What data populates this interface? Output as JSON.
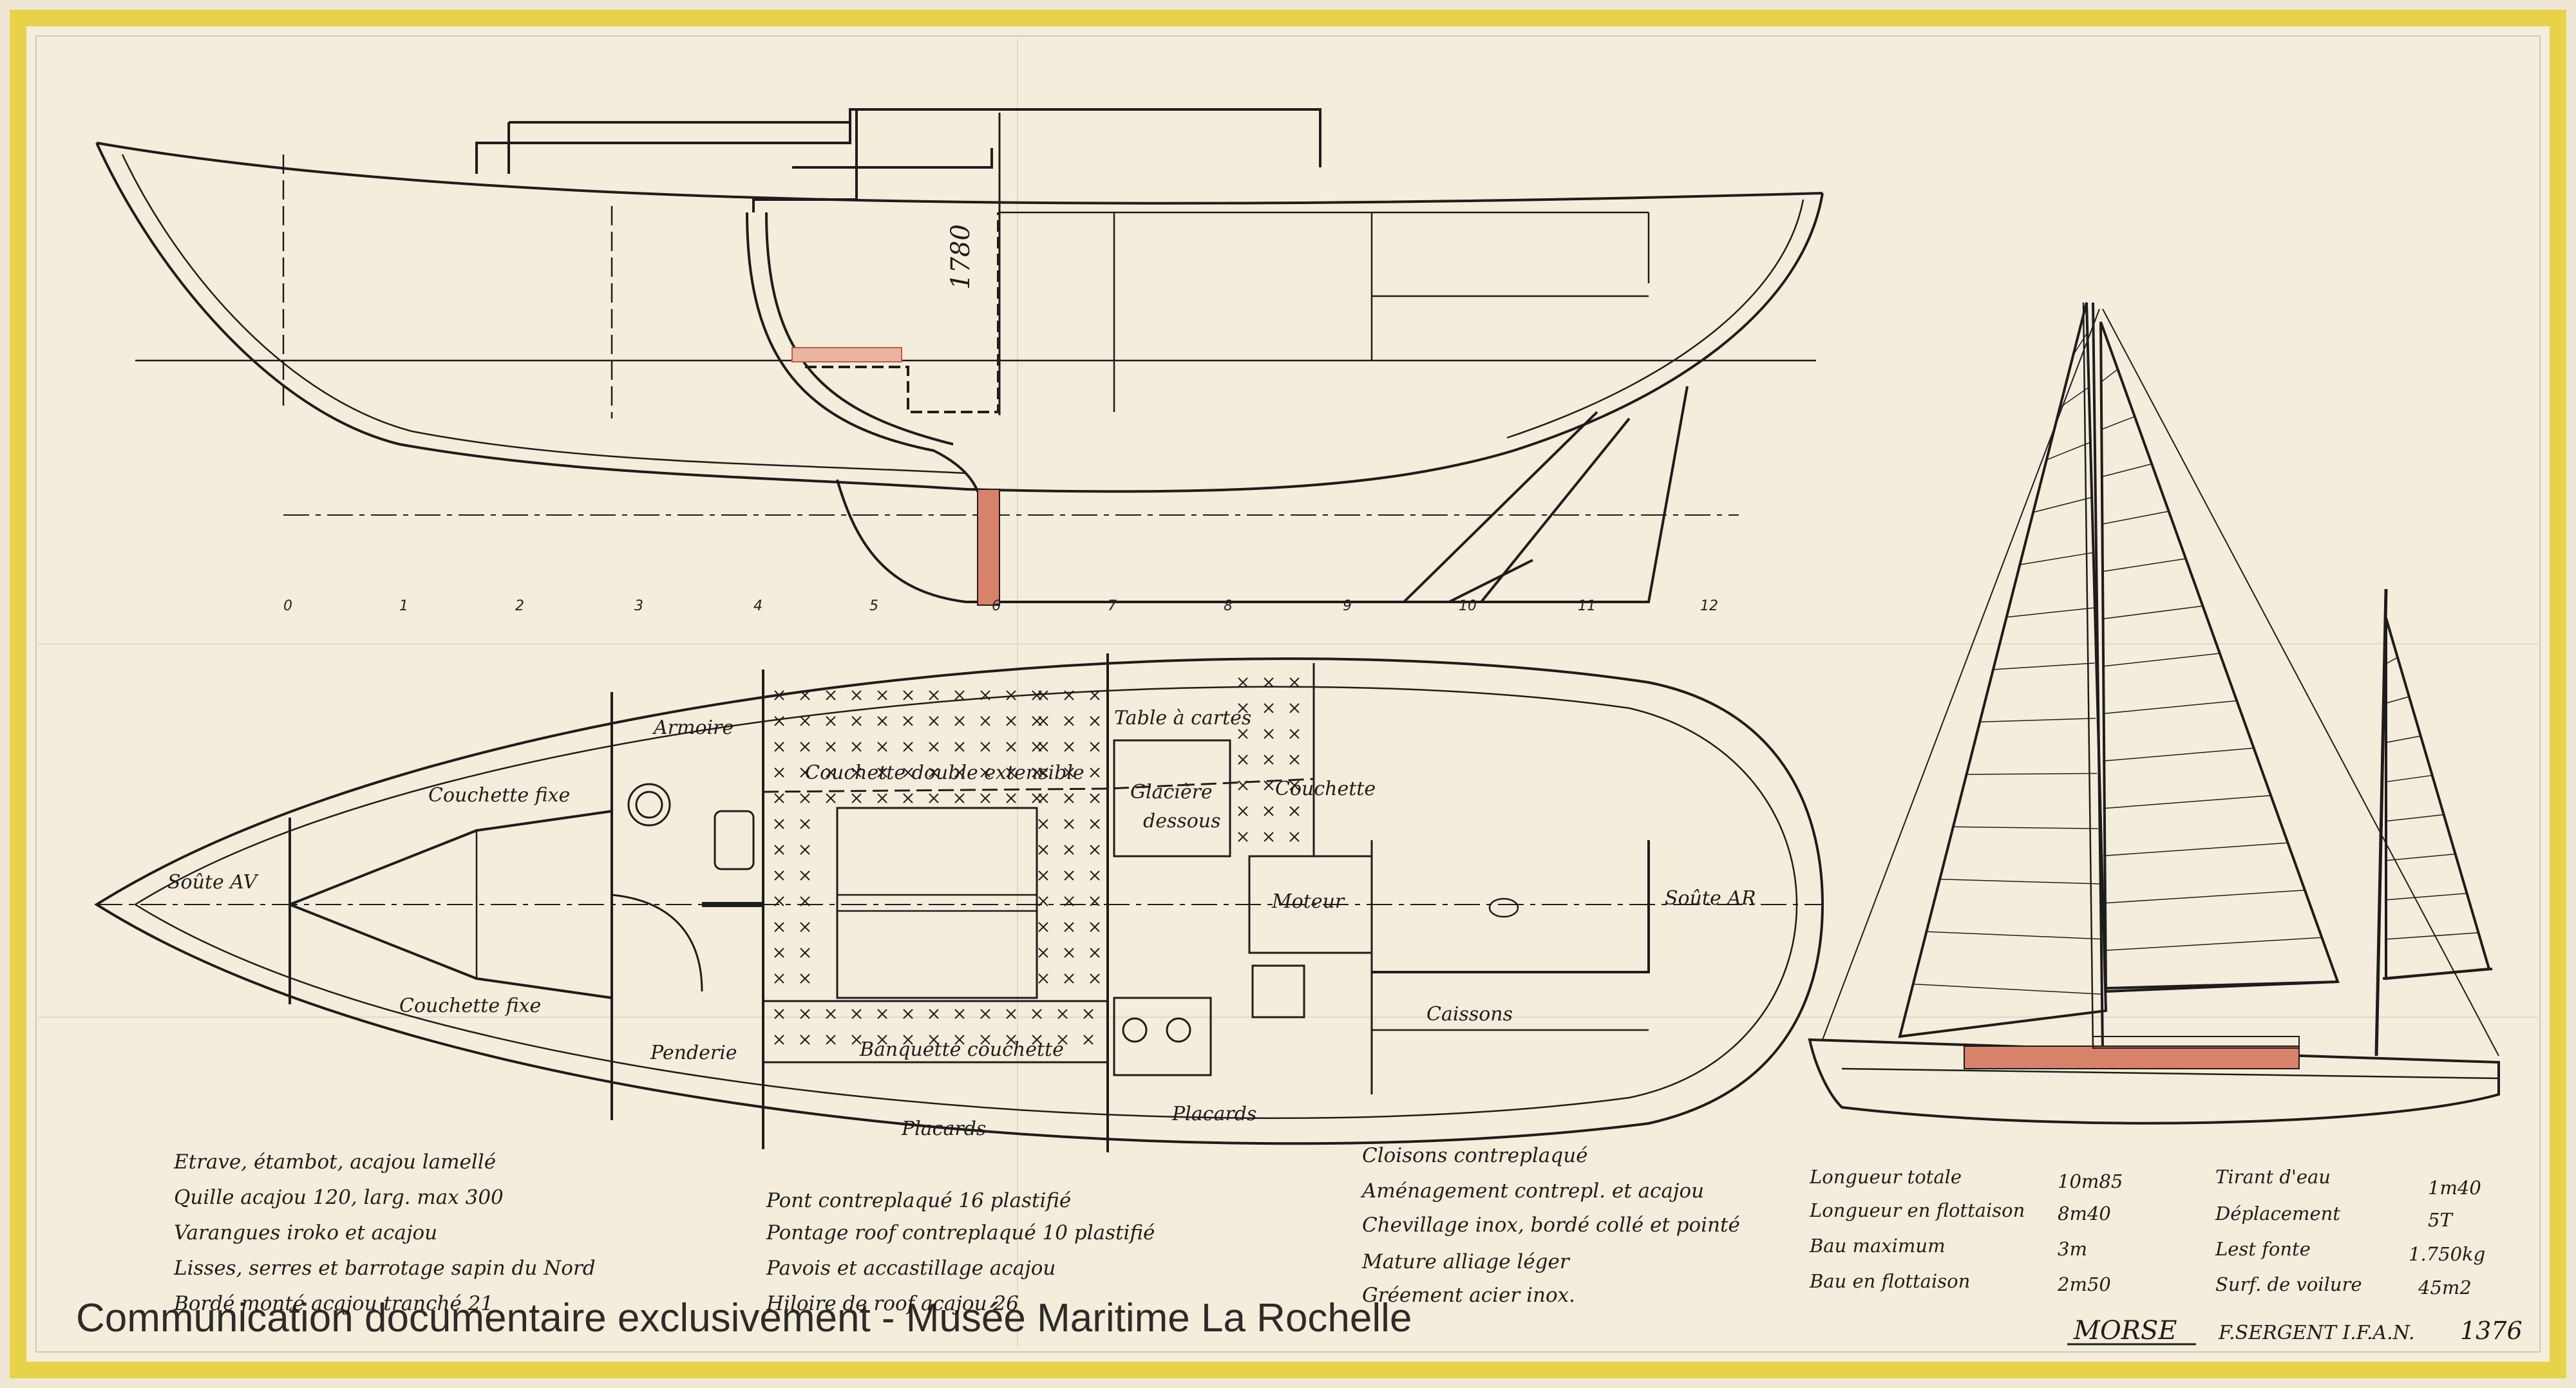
{
  "colors": {
    "paper": "#f3ecdb",
    "border": "#e7d34a",
    "ink": "#1d1d1d",
    "hatch": "#d9826a"
  },
  "profile": {
    "height_dimension": "1780",
    "station_numbers": [
      "0",
      "1",
      "2",
      "3",
      "4",
      "5",
      "6",
      "7",
      "8",
      "9",
      "10",
      "11",
      "12"
    ]
  },
  "plan": {
    "rooms": {
      "soute_av": "Soûte AV",
      "soute_ar": "Soûte AR",
      "armoire": "Armoire",
      "couchette_fixe_top": "Couchette fixe",
      "couchette_fixe_bottom": "Couchette fixe",
      "couchette_double": "Couchette double extensible",
      "table_a_cartes": "Table à cartes",
      "glaciere": "Glacière",
      "glaciere_sub": "dessous",
      "couchette": "Couchette",
      "moteur": "Moteur",
      "penderie": "Penderie",
      "banquette": "Banquette couchette",
      "placards_center": "Placards",
      "placards_right": "Placards",
      "caissons": "Caissons"
    }
  },
  "notes": {
    "col1": [
      "Etrave, étambot, acajou lamellé",
      "Quille acajou 120, larg. max 300",
      "Varangues iroko et acajou",
      "Lisses, serres et barrotage sapin du Nord",
      "Bordé monté acajou tranché 21"
    ],
    "col2": [
      "Pont contreplaqué 16 plastifié",
      "Pontage roof contreplaqué 10 plastifié",
      "Pavois et accastillage acajou",
      "Hiloire de roof acajou 26"
    ],
    "col3": [
      "Cloisons contreplaqué",
      "Aménagement contrepl. et acajou",
      "Chevillage inox, bordé collé et pointé",
      "Mature alliage léger",
      "Gréement acier inox."
    ]
  },
  "specs": {
    "left": [
      {
        "label": "Longueur totale",
        "value": "10m85"
      },
      {
        "label": "Longueur en flottaison",
        "value": "8m40"
      },
      {
        "label": "Bau maximum",
        "value": "3m"
      },
      {
        "label": "Bau en flottaison",
        "value": "2m50"
      }
    ],
    "right": [
      {
        "label": "Tirant d'eau",
        "value": "1m40"
      },
      {
        "label": "Déplacement",
        "value": "5T"
      },
      {
        "label": "Lest fonte",
        "value": "1.750kg"
      },
      {
        "label": "Surf. de voilure",
        "value": "45m2"
      }
    ]
  },
  "title_block": {
    "name": "MORSE",
    "designer": "F.SERGENT I.F.A.N.",
    "number": "1376"
  },
  "watermark": "Communication documentaire exclusivement - Musée Maritime La Rochelle"
}
